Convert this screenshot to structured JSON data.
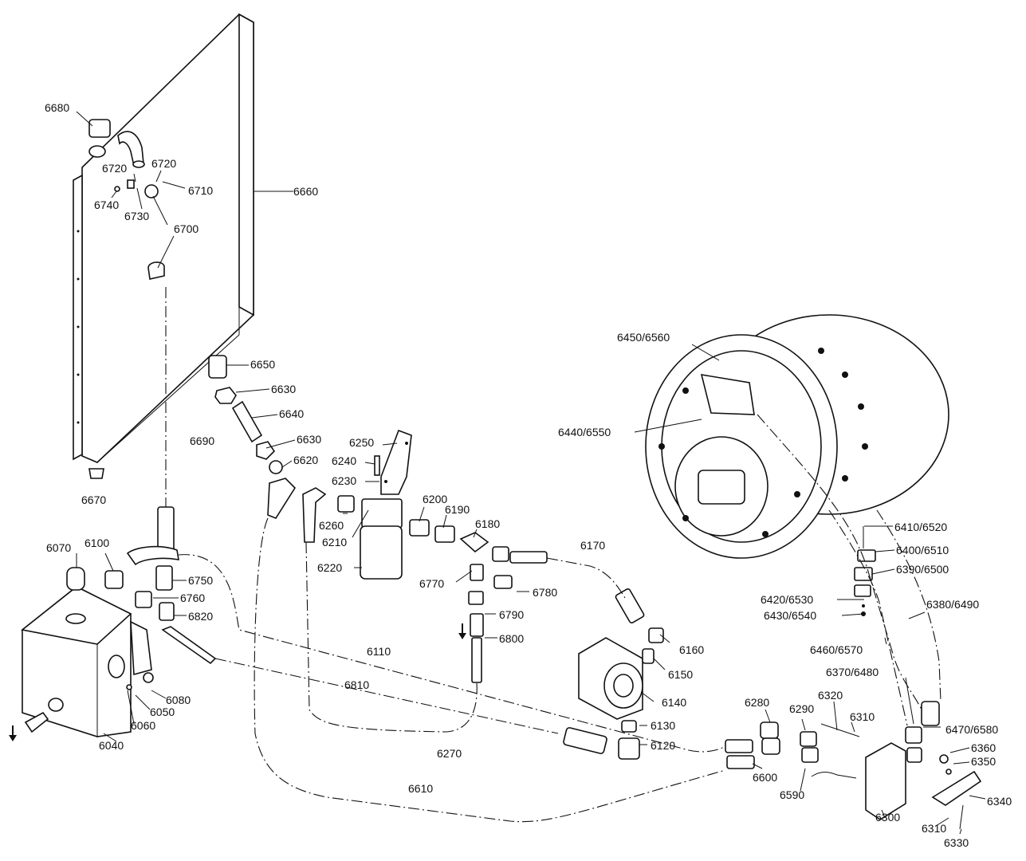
{
  "callouts": {
    "c6680": "6680",
    "c6720a": "6720",
    "c6720b": "6720",
    "c6710": "6710",
    "c6740": "6740",
    "c6730": "6730",
    "c6700": "6700",
    "c6660": "6660",
    "c6690": "6690",
    "c6670": "6670",
    "c6650": "6650",
    "c6630a": "6630",
    "c6640": "6640",
    "c6630b": "6630",
    "c6620": "6620",
    "c6250": "6250",
    "c6240": "6240",
    "c6230": "6230",
    "c6260": "6260",
    "c6210": "6210",
    "c6220": "6220",
    "c6200": "6200",
    "c6190": "6190",
    "c6180": "6180",
    "c6170": "6170",
    "c6770": "6770",
    "c6780": "6780",
    "c6790": "6790",
    "c6800": "6800",
    "c6070": "6070",
    "c6100": "6100",
    "c6750": "6750",
    "c6760": "6760",
    "c6820": "6820",
    "c6110": "6110",
    "c6810": "6810",
    "c6080": "6080",
    "c6050": "6050",
    "c6060": "6060",
    "c6040": "6040",
    "c6450": "6450/6560",
    "c6440": "6440/6550",
    "c6410": "6410/6520",
    "c6400": "6400/6510",
    "c6390": "6390/6500",
    "c6420": "6420/6530",
    "c6430": "6430/6540",
    "c6380": "6380/6490",
    "c6460": "6460/6570",
    "c6370": "6370/6480",
    "c6160": "6160",
    "c6150": "6150",
    "c6140": "6140",
    "c6130": "6130",
    "c6120": "6120",
    "c6280": "6280",
    "c6290": "6290",
    "c6320": "6320",
    "c6310a": "6310",
    "c6470": "6470/6580",
    "c6360": "6360",
    "c6350": "6350",
    "c6340": "6340",
    "c6300": "6300",
    "c6310b": "6310",
    "c6330": "6330",
    "c6600": "6600",
    "c6590": "6590",
    "c6270": "6270",
    "c6610": "6610"
  },
  "arrows": [
    "down-arrow",
    "down-arrow"
  ]
}
